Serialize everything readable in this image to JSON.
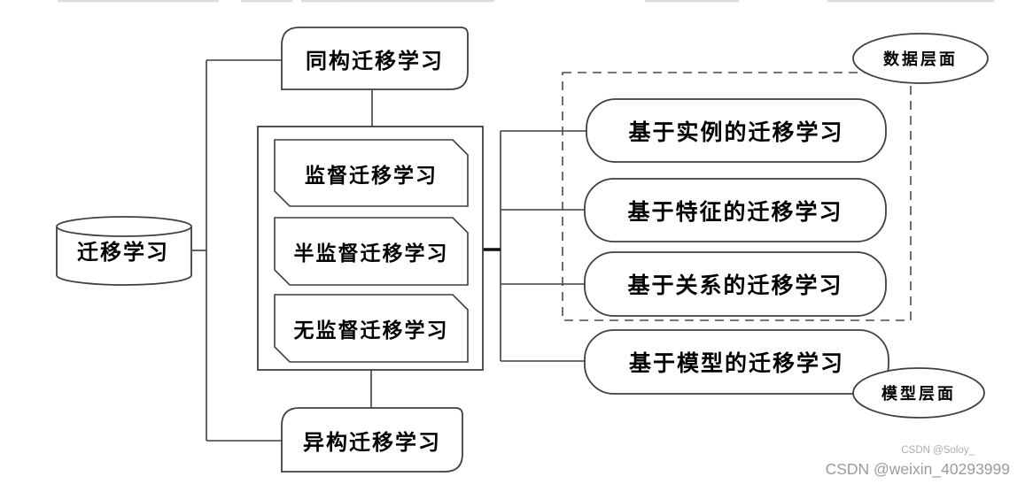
{
  "diagram": {
    "root": {
      "label": "迁移学习"
    },
    "structure": {
      "top": {
        "label": "同构迁移学习"
      },
      "bottom": {
        "label": "异构迁移学习"
      }
    },
    "supervision": {
      "items": [
        {
          "label": "监督迁移学习"
        },
        {
          "label": "半监督迁移学习"
        },
        {
          "label": "无监督迁移学习"
        }
      ]
    },
    "approaches": {
      "items": [
        {
          "label": "基于实例的迁移学习"
        },
        {
          "label": "基于特征的迁移学习"
        },
        {
          "label": "基于关系的迁移学习"
        },
        {
          "label": "基于模型的迁移学习"
        }
      ]
    },
    "levels": {
      "data": {
        "label": "数据层面"
      },
      "model": {
        "label": "模型层面"
      }
    }
  },
  "watermarks": {
    "small": "CSDN @Soloy_",
    "large": "CSDN @weixin_40293999"
  },
  "colors": {
    "stroke": "#3f3f3f",
    "dashed": "#4a4a4a",
    "thick_connector": "#111111",
    "text": "#000000",
    "watermark": "#9b9b9b",
    "background": "#ffffff"
  }
}
